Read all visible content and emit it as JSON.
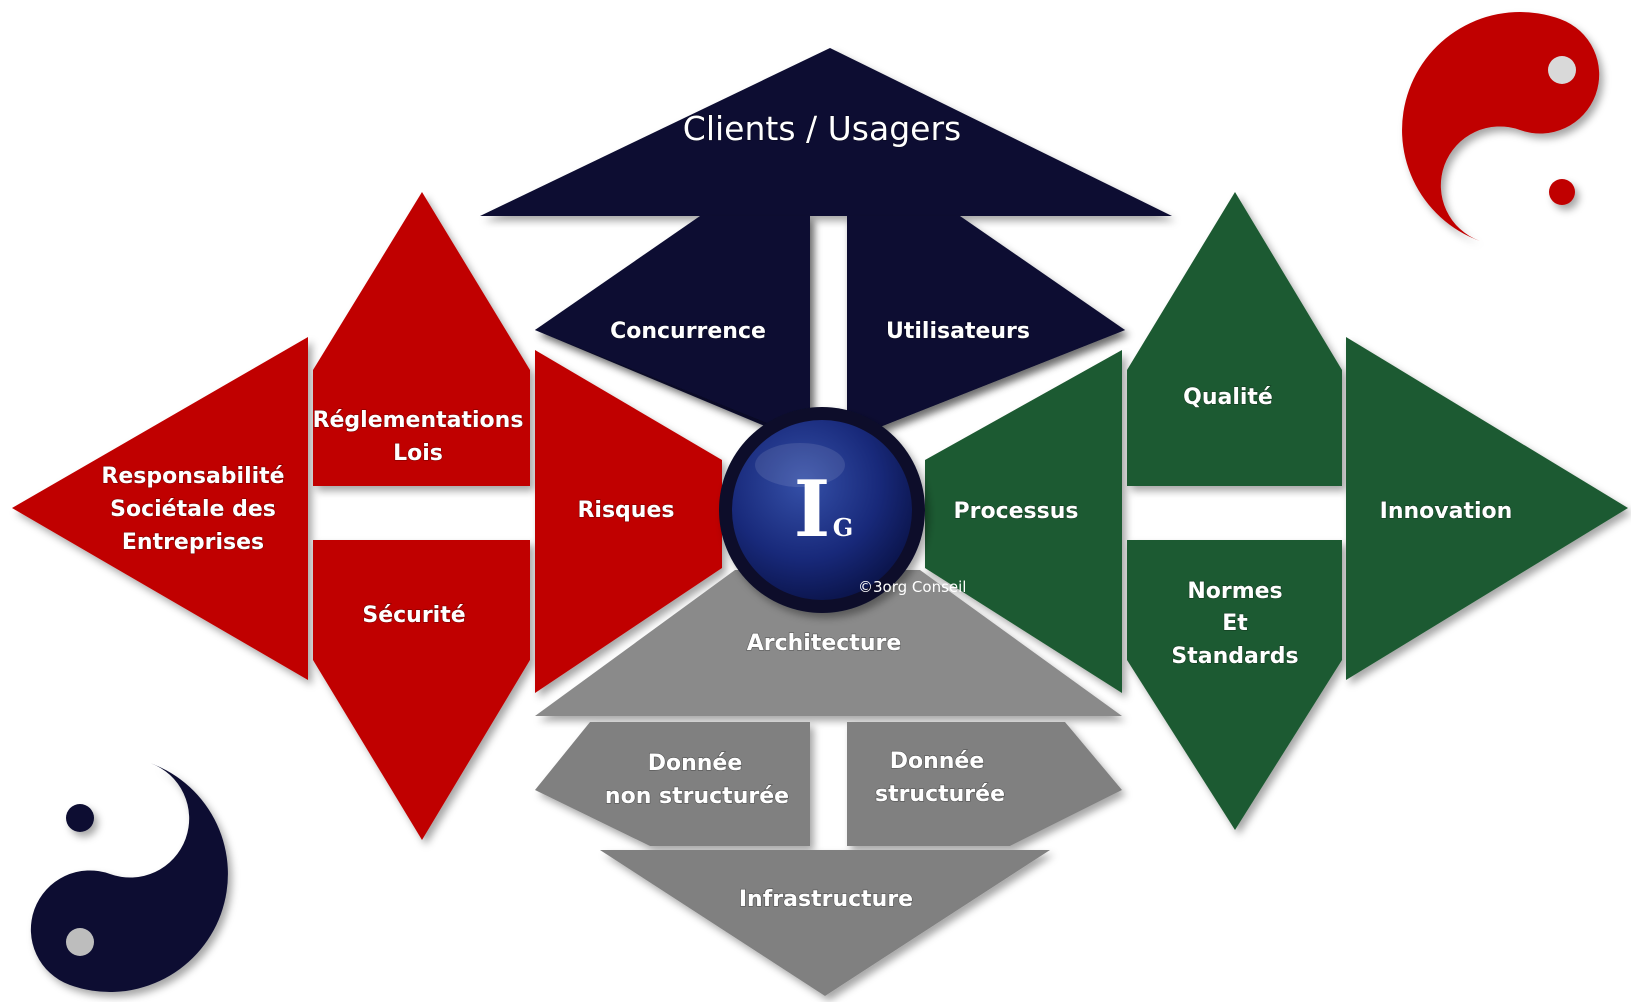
{
  "colors": {
    "red": "#c00000",
    "navy": "#0d1033",
    "green": "#1d5a30",
    "gray": "#808080",
    "center": "#1a2f7a"
  },
  "center": {
    "main": "I",
    "sub": "G",
    "copyright": "©3org Conseil"
  },
  "top": {
    "title": "Clients / Usagers",
    "left": "Concurrence",
    "right": "Utilisateurs"
  },
  "left": {
    "outer": [
      "Responsabilité",
      "Sociétale  des",
      "Entreprises"
    ],
    "upper": [
      "Réglementations",
      "Lois"
    ],
    "lower": "Sécurité",
    "inner": "Risques"
  },
  "right": {
    "inner": "Processus",
    "upper": "Qualité",
    "lower": [
      "Normes",
      "Et",
      "Standards"
    ],
    "outer": "Innovation"
  },
  "bottom": {
    "top": "Architecture",
    "left": [
      "Donnée",
      "non structurée"
    ],
    "right": [
      "Donnée",
      "structurée"
    ],
    "base": "Infrastructure"
  },
  "icons": {
    "top_right": "yin-yang-red-half-icon",
    "bottom_left": "yin-yang-navy-half-icon"
  }
}
